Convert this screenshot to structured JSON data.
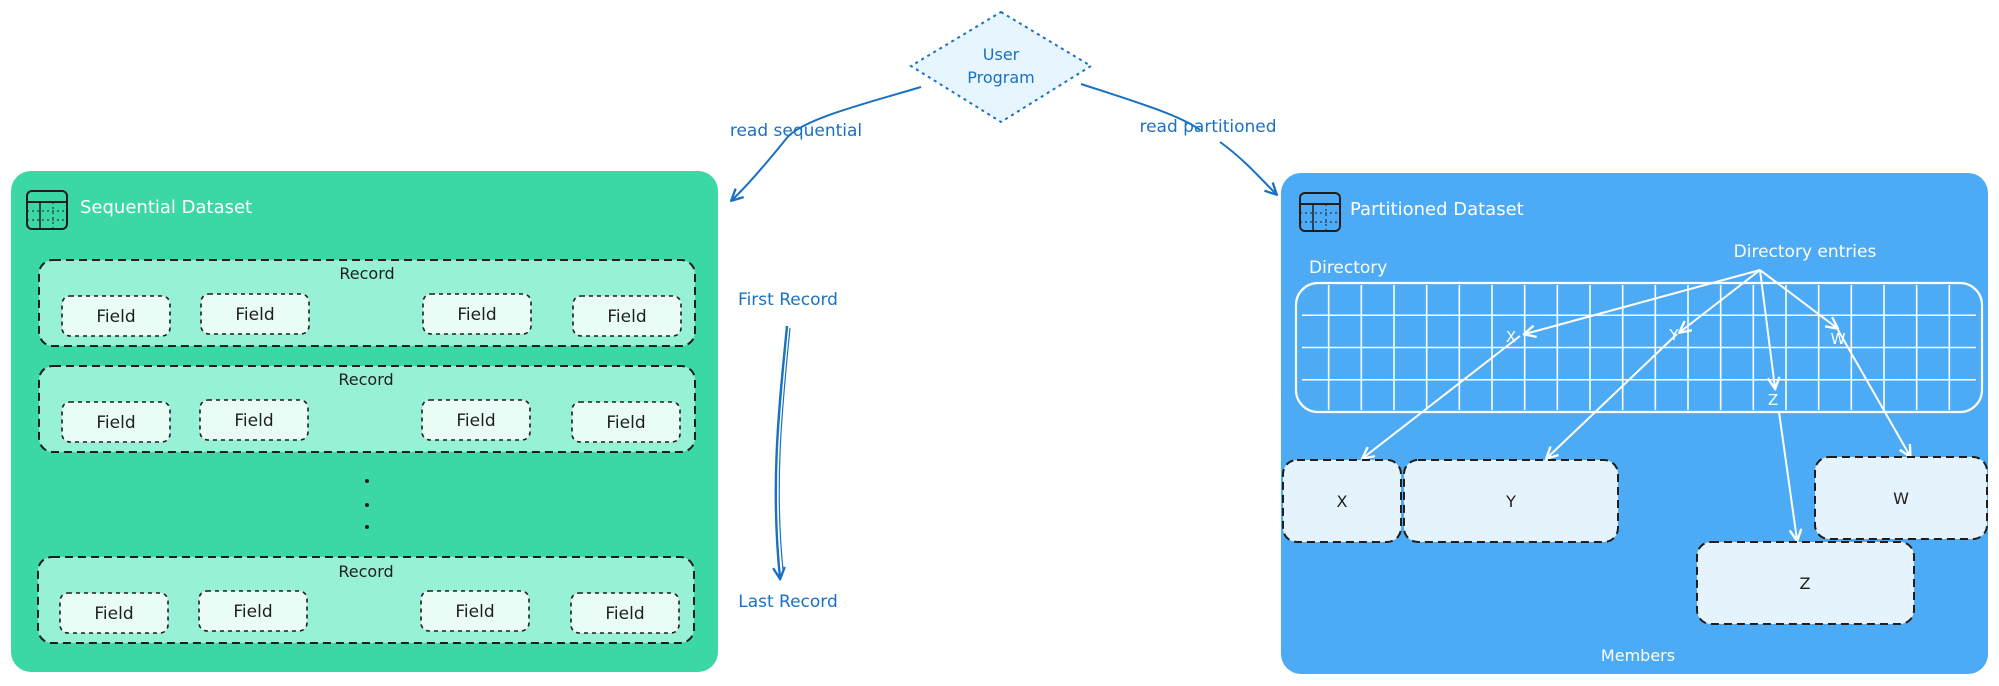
{
  "colors": {
    "sequential_fill": "#3bd8a6",
    "record_fill": "#97f1d6",
    "field_fill": "#e9fcf5",
    "partitioned_fill": "#4dabf5",
    "member_fill": "#e5f3fd",
    "user_program_fill": "#e7f5ff",
    "flow_blue": "#1971c2",
    "stroke_dark": "#1e1e1e",
    "white": "#ffffff"
  },
  "user_program": {
    "line1": "User",
    "line2": "Program"
  },
  "edges": {
    "read_sequential": "read sequential",
    "read_partitioned": "read partitioned"
  },
  "sequential": {
    "title": "Sequential Dataset",
    "records": [
      {
        "label": "Record",
        "fields": [
          "Field",
          "Field",
          "Field",
          "Field"
        ]
      },
      {
        "label": "Record",
        "fields": [
          "Field",
          "Field",
          "Field",
          "Field"
        ]
      },
      {
        "label": "Record",
        "fields": [
          "Field",
          "Field",
          "Field",
          "Field"
        ]
      }
    ],
    "first_record": "First Record",
    "last_record": "Last Record"
  },
  "partitioned": {
    "title": "Partitioned Dataset",
    "directory_label": "Directory",
    "entries_label": "Directory entries",
    "entries": [
      "X",
      "Y",
      "Z",
      "W"
    ],
    "members": [
      "X",
      "Y",
      "W",
      "Z"
    ],
    "members_label": "Members"
  }
}
